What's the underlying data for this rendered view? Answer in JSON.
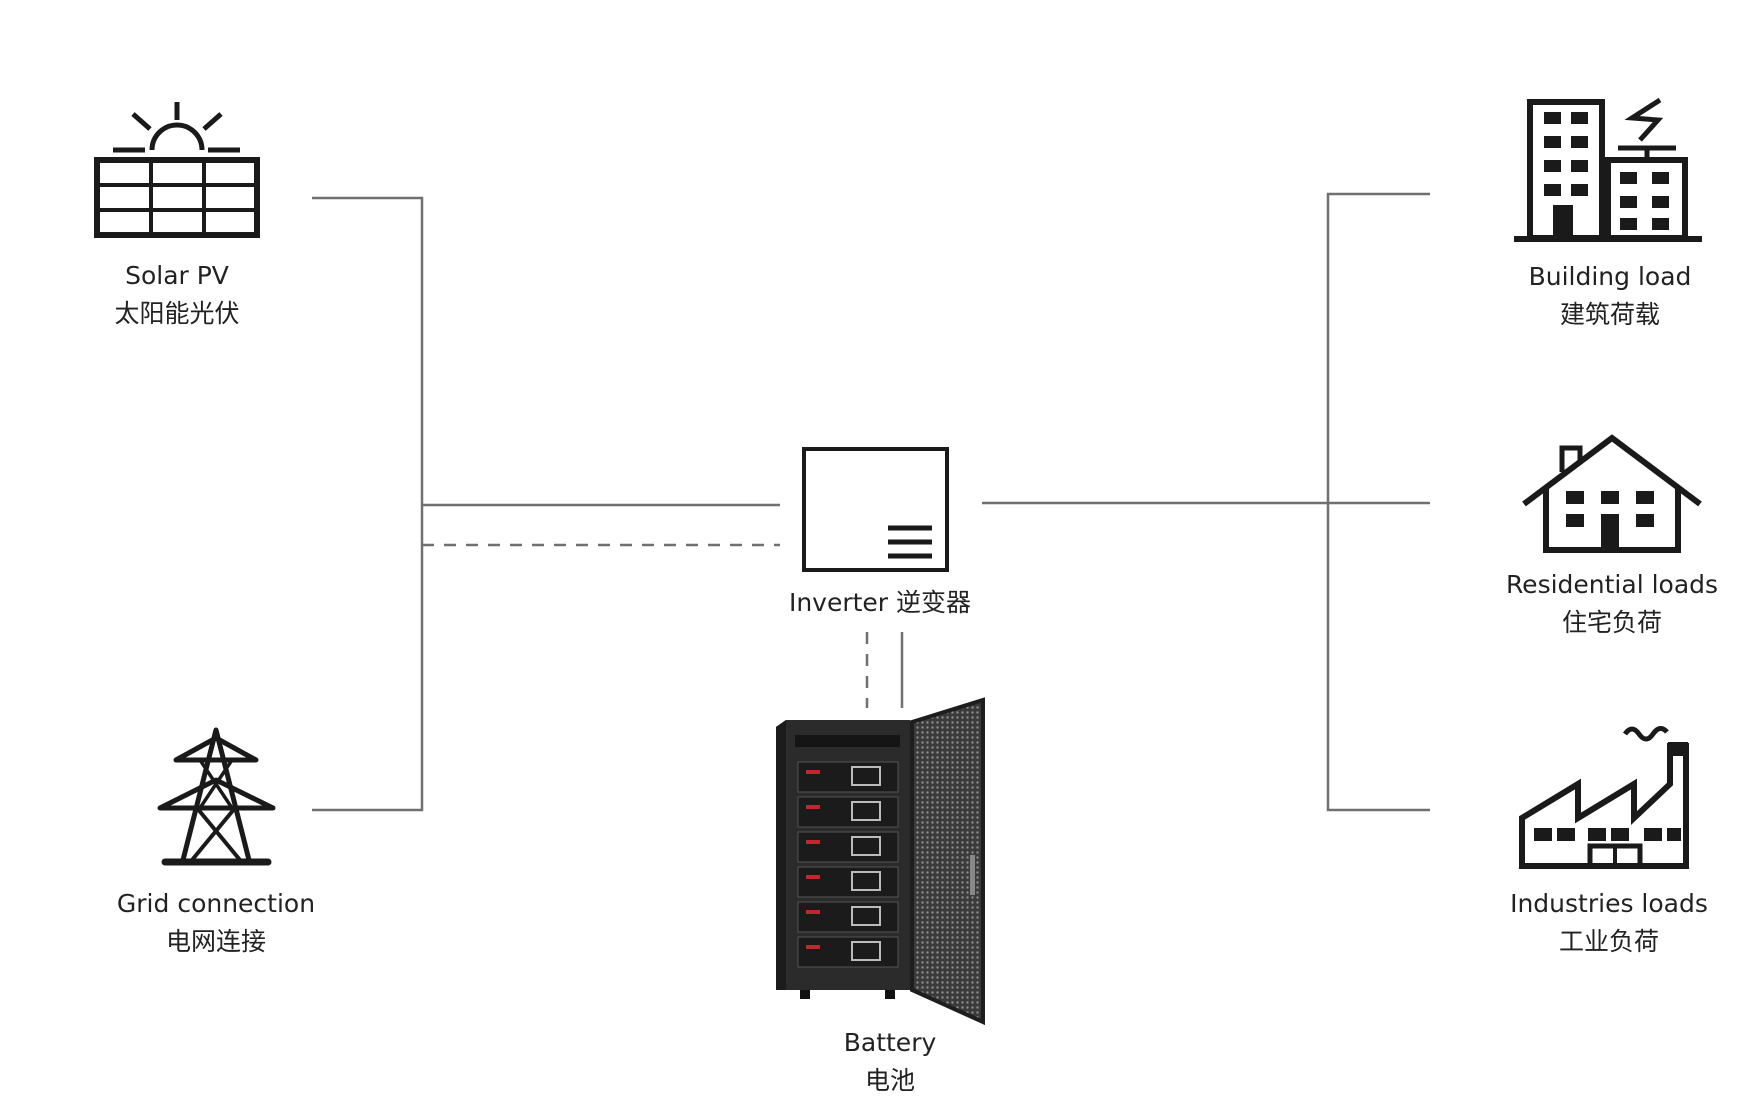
{
  "nodes": {
    "solar": {
      "en": "Solar PV",
      "zh": "太阳能光伏",
      "icon": "solar-panel-icon"
    },
    "grid": {
      "en": "Grid connection",
      "zh": "电网连接",
      "icon": "transmission-tower-icon"
    },
    "inverter": {
      "label": "Inverter 逆变器",
      "icon": "inverter-icon"
    },
    "battery": {
      "en": "Battery",
      "zh": "电池",
      "icon": "battery-cabinet-icon"
    },
    "building": {
      "en": "Building load",
      "zh": "建筑荷载",
      "icon": "office-building-icon"
    },
    "residential": {
      "en": "Residential loads",
      "zh": "住宅负荷",
      "icon": "house-icon"
    },
    "industry": {
      "en": "Industries loads",
      "zh": "工业负荷",
      "icon": "factory-icon"
    }
  },
  "colors": {
    "line": "#707070",
    "icon": "#1a1a1a",
    "cabinet": "#2b2b2b",
    "status_red": "#c0282d",
    "text": "#222222"
  }
}
